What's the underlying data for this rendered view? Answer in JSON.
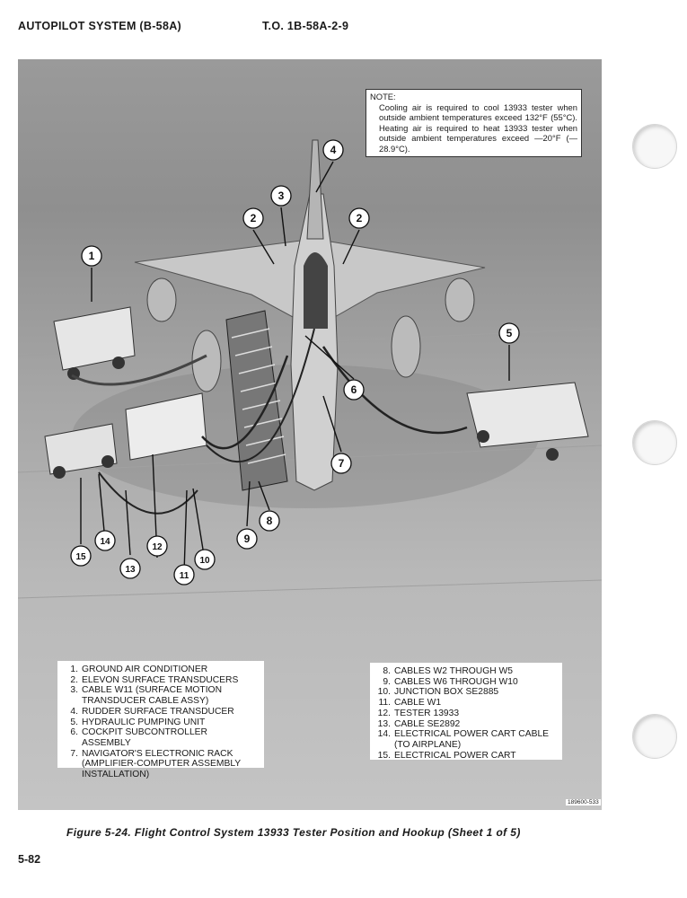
{
  "header": {
    "left": "AUTOPILOT SYSTEM (B-58A)",
    "right": "T.O. 1B-58A-2-9"
  },
  "note": {
    "title": "NOTE:",
    "body": "Cooling air is required to cool 13933 tester when outside ambient temperatures exceed 132°F (55°C). Heating air is required to heat 13933 tester when outside ambient temperatures exceed —20°F (—28.9°C)."
  },
  "legend_left": [
    {
      "num": "1.",
      "text": "GROUND AIR CONDITIONER"
    },
    {
      "num": "2.",
      "text": "ELEVON SURFACE TRANSDUCERS"
    },
    {
      "num": "3.",
      "text": "CABLE W11 (SURFACE MOTION TRANSDUCER CABLE ASSY)"
    },
    {
      "num": "4.",
      "text": "RUDDER SURFACE TRANSDUCER"
    },
    {
      "num": "5.",
      "text": "HYDRAULIC PUMPING UNIT"
    },
    {
      "num": "6.",
      "text": "COCKPIT SUBCONTROLLER ASSEMBLY"
    },
    {
      "num": "7.",
      "text": "NAVIGATOR'S ELECTRONIC RACK (AMPLIFIER-COMPUTER ASSEMBLY INSTALLATION)"
    }
  ],
  "legend_right": [
    {
      "num": "8.",
      "text": "CABLES W2 THROUGH W5"
    },
    {
      "num": "9.",
      "text": "CABLES W6 THROUGH W10"
    },
    {
      "num": "10.",
      "text": "JUNCTION BOX SE2885"
    },
    {
      "num": "11.",
      "text": "CABLE W1"
    },
    {
      "num": "12.",
      "text": "TESTER 13933"
    },
    {
      "num": "13.",
      "text": "CABLE SE2892"
    },
    {
      "num": "14.",
      "text": "ELECTRICAL POWER CART CABLE (TO AIRPLANE)"
    },
    {
      "num": "15.",
      "text": "ELECTRICAL POWER CART"
    }
  ],
  "callouts": [
    "1",
    "2",
    "2",
    "3",
    "4",
    "5",
    "6",
    "7",
    "8",
    "9",
    "10",
    "11",
    "12",
    "13",
    "14",
    "15"
  ],
  "photo_id": "189600-533",
  "caption": "Figure 5-24. Flight Control System 13933 Tester Position and Hookup (Sheet 1 of 5)",
  "page_number": "5-82"
}
